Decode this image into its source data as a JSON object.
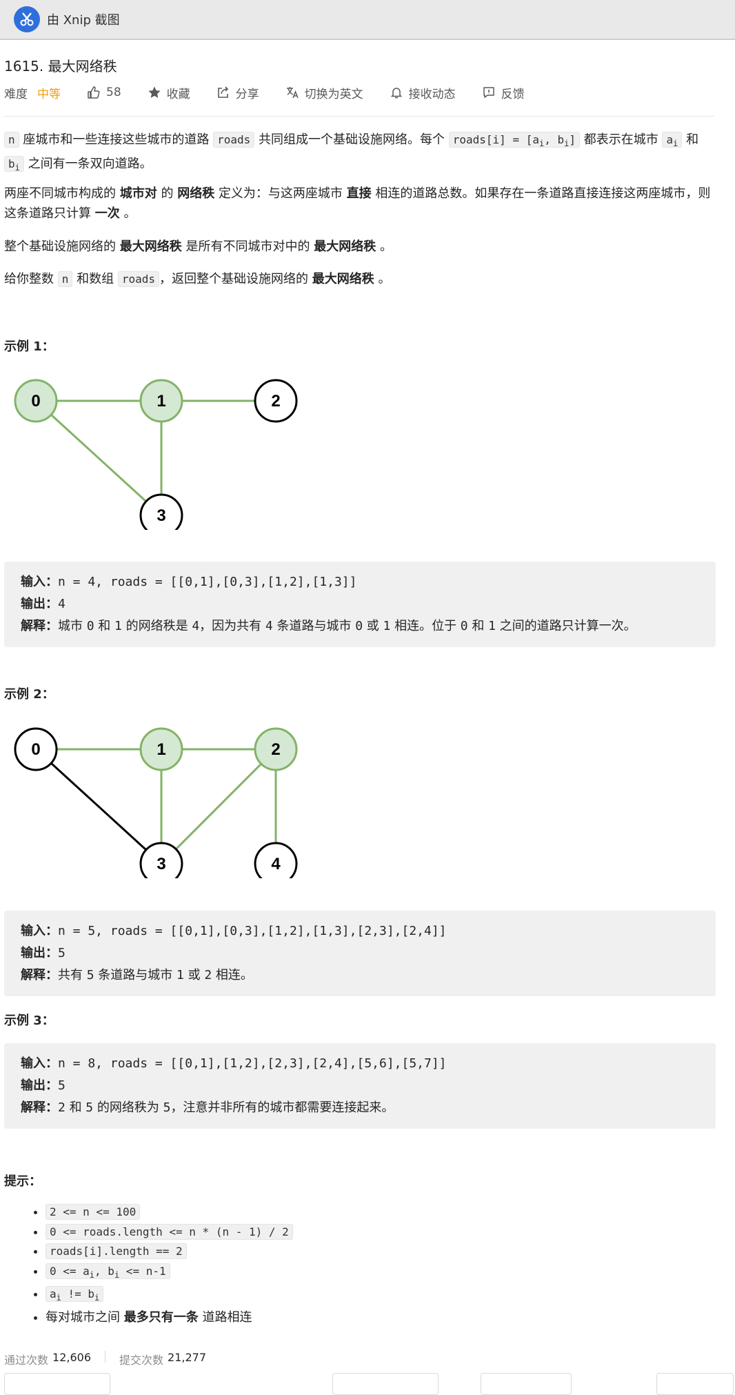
{
  "app": {
    "title": "由 Xnip 截图"
  },
  "problem": {
    "title": "1615. 最大网络秩",
    "difficulty_label": "难度",
    "difficulty_value": "中等",
    "likes": "58",
    "favorite": "收藏",
    "share": "分享",
    "switch_lang": "切换为英文",
    "subscribe": "接收动态",
    "feedback": "反馈"
  },
  "description": {
    "p1_t1": "座城市和一些连接这些城市的道路",
    "p1_t2": "共同组成一个基础设施网络。每个",
    "p1_t3": "都表示在城市",
    "p1_t4": "和",
    "p1_t5": "之间有一条双向道路。",
    "code_n": "n",
    "code_roads": "roads",
    "code_roads_i_pre": "roads[i] = [a",
    "code_roads_i_mid": ", b",
    "code_roads_i_post": "]",
    "code_a": "a",
    "code_b": "b",
    "sub_i": "i",
    "p2_t1": "两座不同城市构成的",
    "p2_b1": "城市对",
    "p2_t2": "的",
    "p2_b2": "网络秩",
    "p2_t3": "定义为：与这两座城市",
    "p2_b3": "直接",
    "p2_t4": "相连的道路总数。如果存在一条道路直接连接这两座城市，则这条道路只计算",
    "p2_b4": "一次",
    "p2_t5": "。",
    "p3_t1": "整个基础设施网络的",
    "p3_b1": "最大网络秩",
    "p3_t2": "是所有不同城市对中的",
    "p3_b2": "最大网络秩",
    "p3_t3": "。",
    "p4_t1": "给你整数",
    "p4_t2": "和数组",
    "p4_t3": "，返回整个基础设施网络的",
    "p4_b1": "最大网络秩",
    "p4_t4": "。"
  },
  "labels": {
    "input": "输入：",
    "output": "输出：",
    "explain": "解释："
  },
  "colors": {
    "accent_green": "#82b366",
    "node_fill_green": "#d5e8d4",
    "difficulty": "#f39c12"
  },
  "examples": [
    {
      "title": "示例 1：",
      "input": "n = 4, roads = [[0,1],[0,3],[1,2],[1,3]]",
      "output": "4",
      "explanation_parts": [
        "城市 ",
        "0",
        " 和 ",
        "1",
        " 的网络秩是 ",
        "4",
        "，因为共有 ",
        "4",
        " 条道路与城市 ",
        "0",
        " 或 ",
        "1",
        " 相连。位于 ",
        "0",
        " 和 ",
        "1",
        " 之间的道路只计算一次。"
      ],
      "nodes": [
        "0",
        "1",
        "2",
        "3"
      ]
    },
    {
      "title": "示例 2：",
      "input": "n = 5, roads = [[0,1],[0,3],[1,2],[1,3],[2,3],[2,4]]",
      "output": "5",
      "explanation_parts": [
        "共有 ",
        "5",
        " 条道路与城市 ",
        "1",
        " 或 ",
        "2",
        " 相连。"
      ],
      "nodes": [
        "0",
        "1",
        "2",
        "3",
        "4"
      ]
    },
    {
      "title": "示例 3：",
      "input": "n = 8, roads = [[0,1],[1,2],[2,3],[2,4],[5,6],[5,7]]",
      "output": "5",
      "explanation_parts": [
        "2",
        " 和 ",
        "5",
        " 的网络秩为 ",
        "5",
        "，注意并非所有的城市都需要连接起来。"
      ]
    }
  ],
  "hints": {
    "title": "提示：",
    "h1": "2 <= n <= 100",
    "h2": "0 <= roads.length <= n * (n - 1) / 2",
    "h3": "roads[i].length == 2",
    "h4_pre": "0 <= a",
    "h4_mid": ", b",
    "h4_post": " <= n-1",
    "h5_pre": "a",
    "h5_post": " != b",
    "sub": "i",
    "h6_t1": "每对城市之间",
    "h6_b1": "最多只有一条",
    "h6_t2": "道路相连"
  },
  "stats": {
    "accepted_label": "通过次数",
    "accepted": "12,606",
    "submitted_label": "提交次数",
    "submitted": "21,277"
  }
}
